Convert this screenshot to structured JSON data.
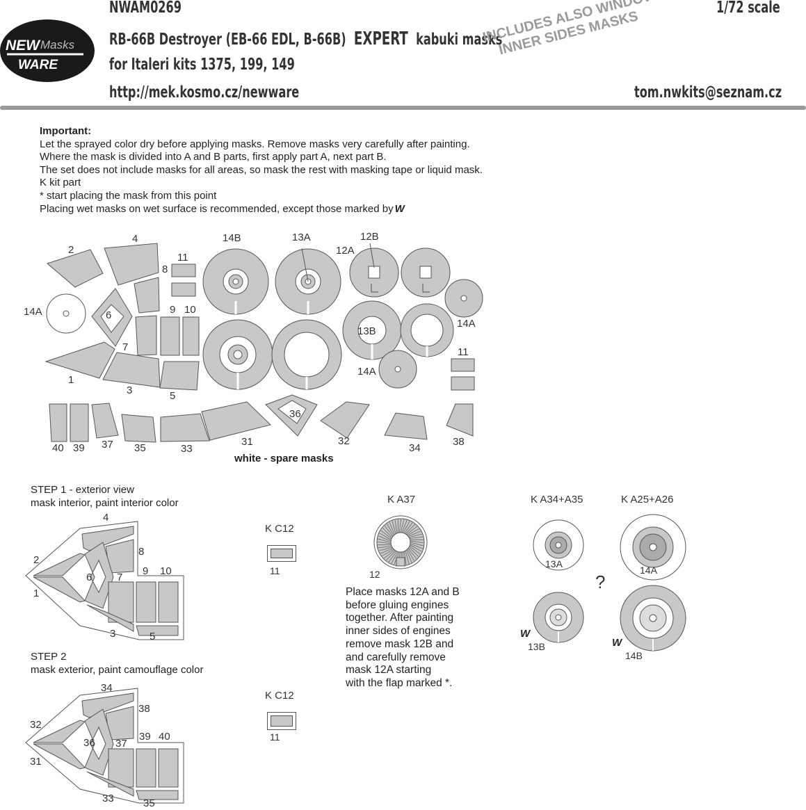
{
  "header": {
    "code": "NWAM0269",
    "scale": "1/72 scale",
    "title": "RB-66B Destroyer (EB-66 EDL, B-66B)",
    "expert": "EXPERT",
    "kabuki": "kabuki masks",
    "kits": "for Italeri kits 1375, 199, 149",
    "url": "http://mek.kosmo.cz/newware",
    "email": "tom.nwkits@seznam.cz",
    "stamp_line1": "INCLUDES ALSO WINDOWS",
    "stamp_line2": "INNER SIDES MASKS",
    "logo_new": "NEW",
    "logo_masks": "Masks",
    "logo_ware": "WARE"
  },
  "instructions": {
    "heading": "Important:",
    "lines": [
      "Let the sprayed color dry before applying masks. Remove masks very carefully after painting.",
      "Where the mask is divided into A and B parts, first apply part A, next part B.",
      "The set does not include masks for all areas, so mask the rest with masking tape or liquid mask.",
      "K kit part",
      "*  start placing the mask from this point",
      "Placing wet masks on wet surface is recommended, except those marked by"
    ],
    "dry_symbol": "W"
  },
  "sheet": {
    "spare_note": "white - spare masks",
    "labels": [
      "1",
      "2",
      "3",
      "4",
      "5",
      "6",
      "7",
      "8",
      "9",
      "10",
      "11",
      "14A",
      "14B",
      "13A",
      "12A",
      "12B",
      "13B",
      "14A",
      "14A",
      "11",
      "31",
      "32",
      "33",
      "34",
      "35",
      "36",
      "37",
      "38",
      "39",
      "40"
    ]
  },
  "steps": {
    "step1_title": "STEP 1 - exterior view",
    "step1_desc": "mask interior, paint interior color",
    "step2_title": "STEP 2",
    "step2_desc": "mask exterior, paint camouflage color",
    "step1_labels": [
      "4",
      "8",
      "2",
      "6",
      "7",
      "9",
      "10",
      "1",
      "3",
      "5"
    ],
    "step2_labels": [
      "34",
      "38",
      "32",
      "36",
      "37",
      "39",
      "40",
      "31",
      "33",
      "35"
    ],
    "kc12_label": "K C12",
    "kc12_part": "11",
    "ka37_label": "K A37",
    "ka37_part": "12",
    "engine_note": [
      "Place masks 12A and B",
      "before gluing engines",
      "together. After painting",
      "inner sides of engines",
      "remove mask 12B and",
      "and carefully remove",
      "mask 12A starting",
      "with the flap marked *."
    ],
    "ka34_label": "K A34+A35",
    "ka25_label": "K A25+A26",
    "wheel_labels": [
      "13A",
      "14A",
      "13B",
      "14B"
    ],
    "question": "?",
    "w_symbol": "W"
  },
  "colors": {
    "mask_fill": "#c8c8c8",
    "outline": "#555555",
    "text": "#333333",
    "stamp": "#9a9a9a"
  }
}
